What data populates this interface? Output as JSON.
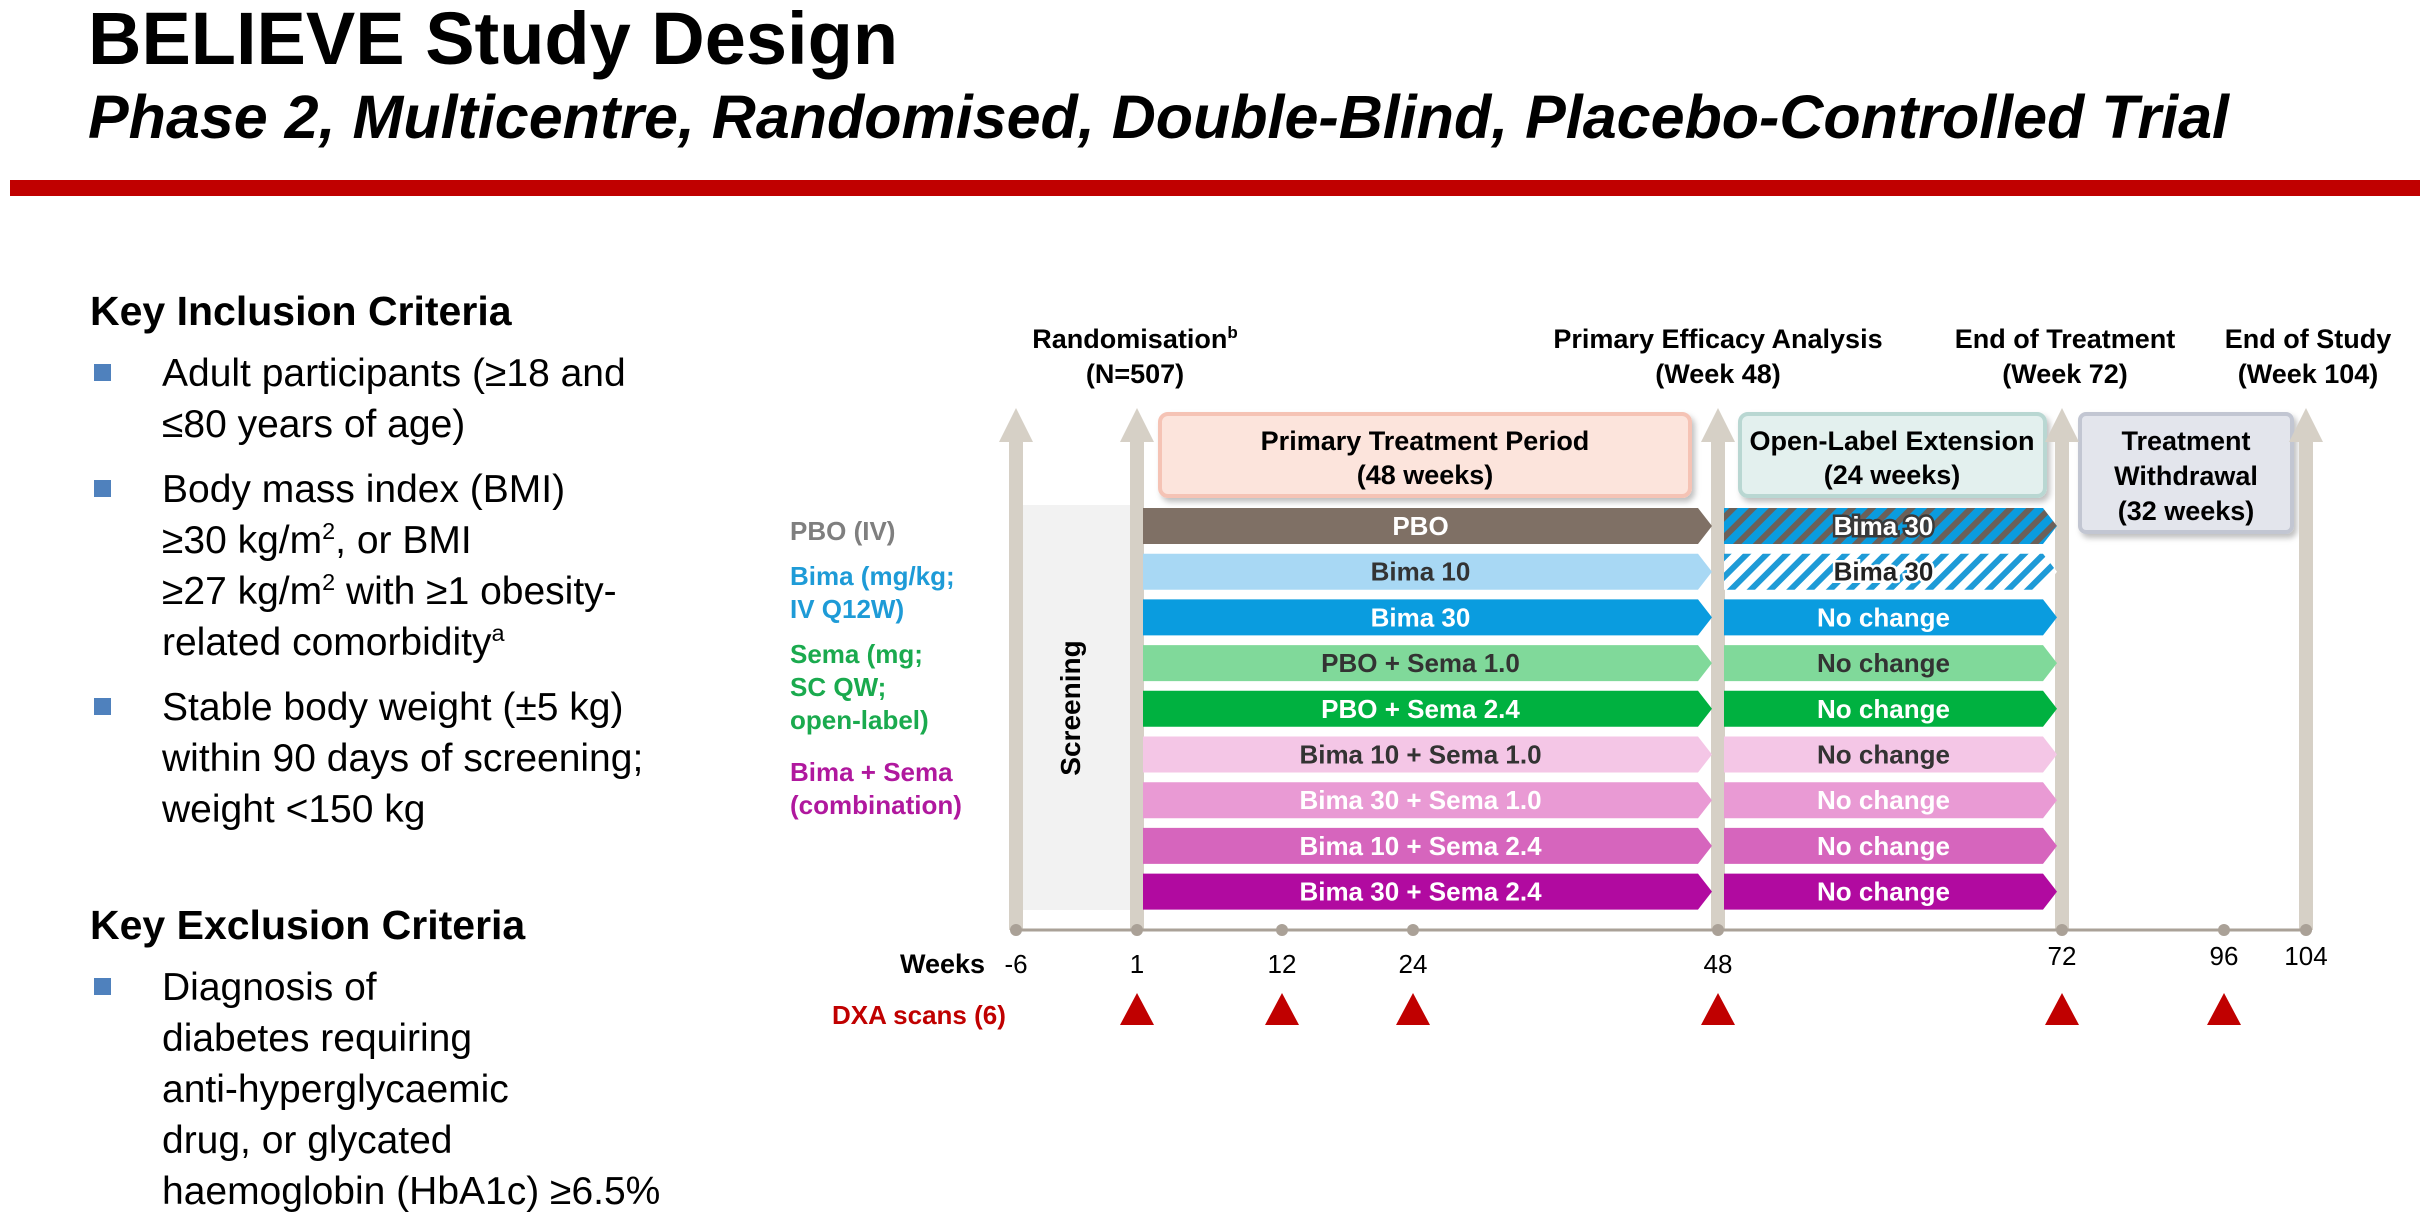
{
  "title": "BELIEVE Study Design",
  "subtitle": "Phase 2, Multicentre, Randomised, Double-Blind, Placebo-Controlled Trial",
  "inclusion": {
    "heading": "Key Inclusion Criteria",
    "items": [
      {
        "lines": [
          "Adult participants (≥18 and",
          "≤80 years of age)"
        ]
      },
      {
        "lines": [
          "Body mass index (BMI)",
          "≥30 kg/m",
          "2",
          ", or BMI",
          "≥27 kg/m",
          "2",
          " with ≥1 obesity-",
          "related comorbidity",
          "a"
        ]
      },
      {
        "lines": [
          "Stable body weight (±5 kg)",
          "within 90 days of screening;",
          "weight <150 kg"
        ]
      }
    ]
  },
  "exclusion": {
    "heading": "Key Exclusion Criteria",
    "items": [
      {
        "lines": [
          "Diagnosis of",
          "diabetes requiring",
          "anti-hyperglycaemic",
          "drug, or glycated",
          "haemoglobin (HbA1c) ≥6.5%"
        ]
      }
    ]
  },
  "milestones": {
    "randomisation": {
      "label": "Randomisation",
      "sup": "b",
      "sub": "(N=507)"
    },
    "primary": {
      "label": "Primary Efficacy Analysis",
      "sub": "(Week 48)"
    },
    "eot": {
      "label": "End of Treatment",
      "sub": "(Week 72)"
    },
    "eos": {
      "label": "End of Study",
      "sub": "(Week 104)"
    }
  },
  "periods": {
    "primary": {
      "line1": "Primary Treatment Period",
      "line2": "(48 weeks)"
    },
    "extension": {
      "line1": "Open-Label Extension",
      "line2": "(24 weeks)"
    },
    "withdrawal": {
      "line1": "Treatment",
      "line2": "Withdrawal",
      "line3": "(32 weeks)"
    }
  },
  "screening_label": "Screening",
  "group_labels": [
    {
      "lines": [
        "PBO (IV)"
      ],
      "color": "#7f7f7f"
    },
    {
      "lines": [
        "Bima (mg/kg;",
        "IV Q12W)"
      ],
      "color": "#1e9bd7"
    },
    {
      "lines": [
        "Sema (mg;",
        "SC QW;",
        "open-label)"
      ],
      "color": "#1aaa4e"
    },
    {
      "lines": [
        "Bima + Sema",
        "(combination)"
      ],
      "color": "#b0189e"
    }
  ],
  "arms": [
    {
      "primary": "PBO",
      "extension": "Bima 30",
      "color": "#7f7065",
      "text": "#ffffff",
      "ext_style": "hatched-dark"
    },
    {
      "primary": "Bima 10",
      "extension": "Bima 30",
      "color": "#a8d8f4",
      "text": "#333333",
      "ext_style": "hatched-light"
    },
    {
      "primary": "Bima 30",
      "extension": "No change",
      "color": "#0a9cdf",
      "text": "#ffffff",
      "ext_style": "solid"
    },
    {
      "primary": "PBO + Sema 1.0",
      "extension": "No change",
      "color": "#80d99a",
      "text": "#333333",
      "ext_style": "solid"
    },
    {
      "primary": "PBO + Sema 2.4",
      "extension": "No change",
      "color": "#00b140",
      "text": "#ffffff",
      "ext_style": "solid"
    },
    {
      "primary": "Bima 10 + Sema 1.0",
      "extension": "No change",
      "color": "#f4c6e6",
      "text": "#333333",
      "ext_style": "solid"
    },
    {
      "primary": "Bima 30 + Sema 1.0",
      "extension": "No change",
      "color": "#e99ad4",
      "text": "#ffffff",
      "ext_style": "solid"
    },
    {
      "primary": "Bima 10 + Sema 2.4",
      "extension": "No change",
      "color": "#d665bd",
      "text": "#ffffff",
      "ext_style": "solid"
    },
    {
      "primary": "Bima 30 + Sema 2.4",
      "extension": "No change",
      "color": "#b10aa0",
      "text": "#ffffff",
      "ext_style": "solid"
    }
  ],
  "weeks": {
    "label": "Weeks",
    "ticks": [
      -6,
      1,
      12,
      24,
      48,
      72,
      96,
      104
    ]
  },
  "dxa": {
    "label": "DXA scans (6)",
    "weeks": [
      1,
      12,
      24,
      48,
      72,
      96
    ],
    "color": "#c00000"
  },
  "colors": {
    "accent_red": "#c00000",
    "arrow": "#d6d0c6",
    "bullet": "#4f81bd"
  }
}
